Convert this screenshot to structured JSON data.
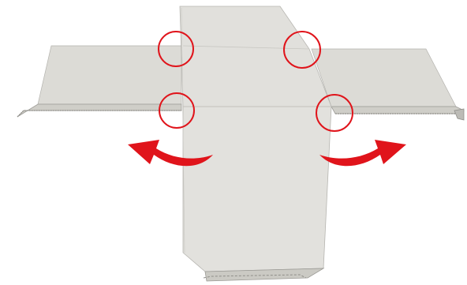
{
  "colors": {
    "panel_fill": "#d9d8d2",
    "panel_fill_light": "#dfdeda",
    "panel_shadow": "#c7c6c0",
    "panel_edge": "#9a9994",
    "highlight_circle": "#e0141b",
    "fold_arrow": "#e0141b"
  },
  "icons": {
    "circle": "highlight-circle-icon",
    "arrow": "curved-fold-arrow-icon"
  },
  "diagram": {
    "parts": [
      "center-panel",
      "left-flap",
      "right-flap",
      "fold-joints",
      "fold-arrows"
    ]
  }
}
